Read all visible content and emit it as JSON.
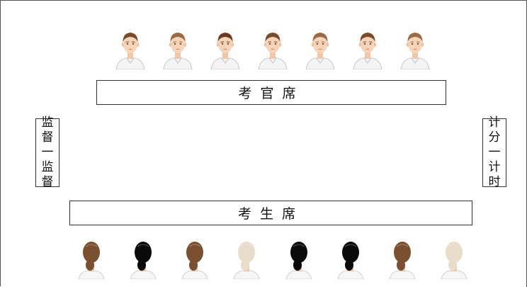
{
  "examiner_bar": {
    "label": "考官席"
  },
  "candidate_bar": {
    "label": "考生席"
  },
  "left_sign": {
    "chars": [
      "监",
      "督",
      "一",
      "监",
      "督"
    ]
  },
  "right_sign": {
    "chars": [
      "计",
      "分",
      "一",
      "计",
      "时"
    ]
  },
  "examiners": [
    {
      "hair": "#7a4a2a"
    },
    {
      "hair": "#9a6a45"
    },
    {
      "hair": "#6a3a20"
    },
    {
      "hair": "#7a4a2a"
    },
    {
      "hair": "#9a6a45"
    },
    {
      "hair": "#7a4a2a"
    },
    {
      "hair": "#9a6a45"
    }
  ],
  "candidates": [
    {
      "hair": "#7a5030"
    },
    {
      "hair": "#0a0a0a"
    },
    {
      "hair": "#7a5030"
    },
    {
      "hair": "#e8dccb"
    },
    {
      "hair": "#0a0a0a"
    },
    {
      "hair": "#0a0a0a"
    },
    {
      "hair": "#7a5030"
    },
    {
      "hair": "#e8dccb"
    }
  ]
}
